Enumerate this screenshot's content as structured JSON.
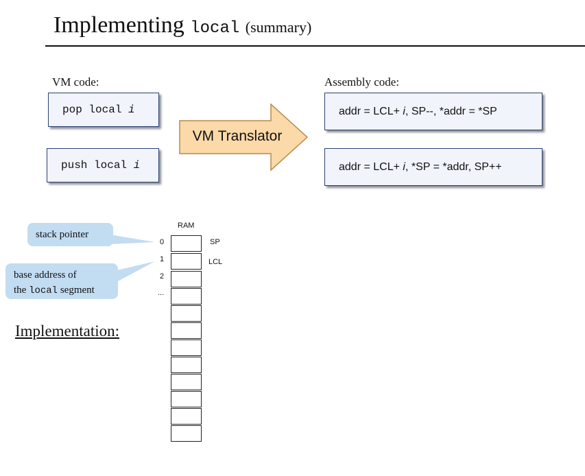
{
  "title": {
    "main": "Implementing",
    "code": "local",
    "subtitle": "(summary)"
  },
  "vm_code_label": "VM code:",
  "assembly_code_label": "Assembly code:",
  "vm_commands": [
    {
      "op": "pop local",
      "arg": "i"
    },
    {
      "op": "push local",
      "arg": "i"
    }
  ],
  "translator_label": "VM Translator",
  "assembly_lines": [
    {
      "pre": "addr = LCL+",
      "arg": "i",
      "post": ", SP--, *addr = *SP"
    },
    {
      "pre": "addr = LCL+",
      "arg": "i",
      "post": ", *SP = *addr, SP++"
    }
  ],
  "callouts": {
    "stack_pointer": "stack pointer",
    "base_line1": "base address of",
    "base_the": "the",
    "base_code": "local",
    "base_segment": "segment"
  },
  "ram": {
    "header": "RAM",
    "indices": [
      "0",
      "1",
      "2",
      "..."
    ],
    "pointers": {
      "sp": "SP",
      "lcl": "LCL"
    }
  },
  "implementation_label": "Implementation:",
  "colors": {
    "callout": "#c2dcf2",
    "arrow_fill": "#fbd9a8",
    "arrow_stroke": "#b58a4a",
    "box_border": "#2a3f73",
    "box_fill": "#f1f4fb"
  }
}
